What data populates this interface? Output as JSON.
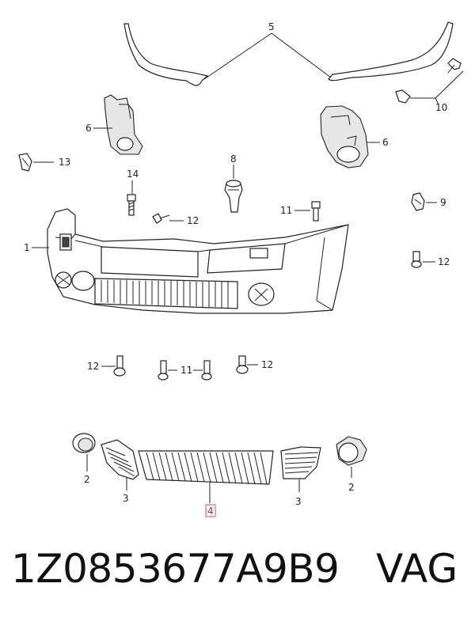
{
  "callouts": {
    "c1": "1",
    "c2_left": "2",
    "c2_right": "2",
    "c3_left": "3",
    "c3_right": "3",
    "c4": "4",
    "c5": "5",
    "c6_left": "6",
    "c6_right": "6",
    "c8": "8",
    "c9": "9",
    "c10": "10",
    "c11_top": "11",
    "c11_bottom": "11",
    "c12_a": "12",
    "c12_b": "12",
    "c12_c": "12",
    "c12_d": "12",
    "c13": "13",
    "c14": "14"
  },
  "footer": {
    "part_number": "1Z0853677A9B9",
    "brand": "VAG"
  },
  "colors": {
    "line": "#222222",
    "highlight": "#d0201e",
    "background": "#ffffff"
  }
}
